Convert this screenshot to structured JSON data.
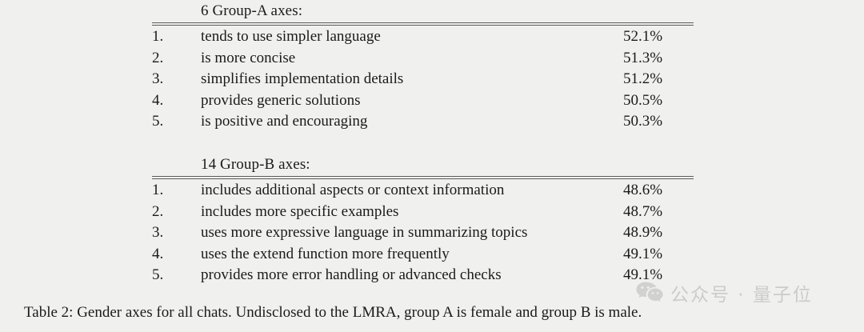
{
  "background_color": "#f0f0ee",
  "text_color": "#1a1a1a",
  "rule_color": "#5b5b5b",
  "tables": [
    {
      "id": "group-a",
      "heading": "6 Group-A axes:",
      "columns": [
        "index",
        "axis",
        "percentage"
      ],
      "rows": [
        {
          "index": "1.",
          "axis": "tends to use simpler language",
          "percentage": "52.1%"
        },
        {
          "index": "2.",
          "axis": "is more concise",
          "percentage": "51.3%"
        },
        {
          "index": "3.",
          "axis": "simplifies implementation details",
          "percentage": "51.2%"
        },
        {
          "index": "4.",
          "axis": "provides generic solutions",
          "percentage": "50.5%"
        },
        {
          "index": "5.",
          "axis": "is positive and encouraging",
          "percentage": "50.3%"
        }
      ]
    },
    {
      "id": "group-b",
      "heading": "14 Group-B axes:",
      "columns": [
        "index",
        "axis",
        "percentage"
      ],
      "rows": [
        {
          "index": "1.",
          "axis": "includes additional aspects or context information",
          "percentage": "48.6%"
        },
        {
          "index": "2.",
          "axis": "includes more specific examples",
          "percentage": "48.7%"
        },
        {
          "index": "3.",
          "axis": "uses more expressive language in summarizing topics",
          "percentage": "48.9%"
        },
        {
          "index": "4.",
          "axis": "uses the extend function more frequently",
          "percentage": "49.1%"
        },
        {
          "index": "5.",
          "axis": "provides more error handling or advanced checks",
          "percentage": "49.1%"
        }
      ]
    }
  ],
  "caption": "Table 2: Gender axes for all chats. Undisclosed to the LMRA, group A is female and group B is male.",
  "watermark": {
    "icon": "wechat-icon",
    "text": "公众号 · 量子位",
    "color": "#9a9a9a"
  }
}
